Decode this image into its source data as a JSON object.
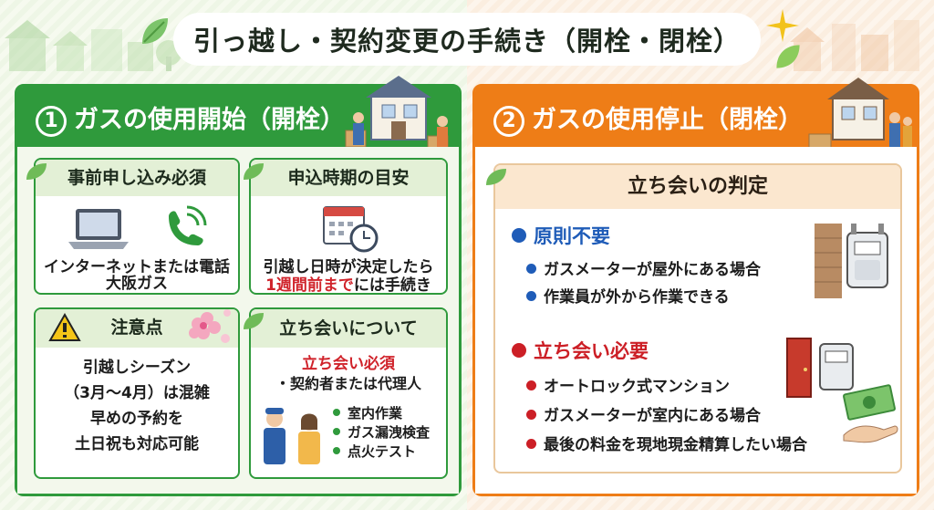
{
  "title": "引っ越し・契約変更の手続き（開栓・閉栓）",
  "left": {
    "num": "1",
    "heading": "ガスの使用開始（開栓）",
    "cards": {
      "advance": {
        "title": "事前申し込み必須",
        "line1": "インターネットまたは電話",
        "line2": "大阪ガス"
      },
      "timing": {
        "title": "申込時期の目安",
        "line1": "引越し日時が決定したら",
        "line2_red": "1週間前まで",
        "line2_rest": "には手続き"
      },
      "caution": {
        "title": "注意点",
        "line1": "引越しシーズン",
        "line2": "（3月～4月）は混雑",
        "line3": "早めの予約を",
        "line4": "土日祝も対応可能"
      },
      "attendance": {
        "title": "立ち会いについて",
        "required": "立ち会い必須",
        "who": "・契約者または代理人",
        "items": [
          "室内作業",
          "ガス漏洩検査",
          "点火テスト"
        ]
      }
    }
  },
  "right": {
    "num": "2",
    "heading": "ガスの使用停止（閉栓）",
    "judge_title": "立ち会いの判定",
    "not_required": {
      "title": "原則不要",
      "items": [
        "ガスメーターが屋外にある場合",
        "作業員が外から作業できる"
      ]
    },
    "required": {
      "title": "立ち会い必要",
      "items": [
        "オートロック式マンション",
        "ガスメーターが室内にある場合",
        "最後の料金を現地現金精算したい場合"
      ]
    }
  },
  "colors": {
    "green": "#2f9a3c",
    "orange": "#ee7d17",
    "blue": "#1f5cb8",
    "red": "#cc1f26"
  }
}
